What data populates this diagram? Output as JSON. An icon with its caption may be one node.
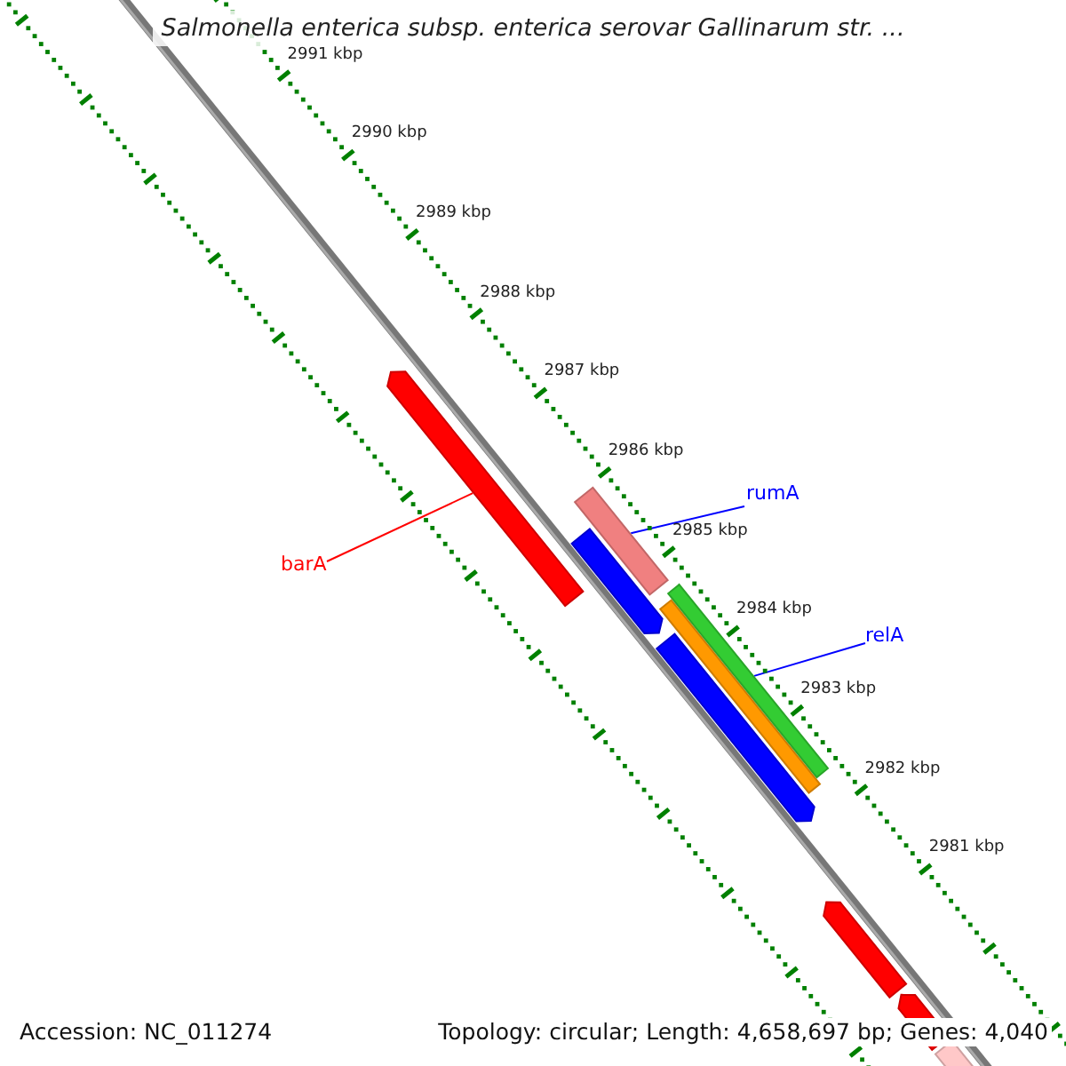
{
  "diagram": {
    "title": "Salmonella enterica subsp. enterica serovar Gallinarum str. ...",
    "nodes": [
      {
        "text": [
          "barA"
        ]
      },
      {
        "text": [],
        "shape": "bar"
      },
      {
        "text": [
          "rumA"
        ]
      },
      {
        "text": [],
        "shape": "bar"
      },
      {
        "text": [
          "relA"
        ]
      },
      {
        "text": [],
        "shape": "bar"
      }
    ],
    "edges": [
      {
        "from": 0,
        "to": 1,
        "arrow": "none",
        "color": "#ff0000"
      },
      {
        "from": 2,
        "to": 3,
        "arrow": "none"
      },
      {
        "from": 4,
        "to": 5,
        "arrow": "none"
      }
    ],
    "labels": [
      "2991 kbp",
      "2990 kbp",
      "2989 kbp",
      "2988 kbp",
      "2987 kbp",
      "2986 kbp",
      "2985 kbp",
      "2984 kbp",
      "2983 kbp",
      "2982 kbp",
      "2981 kbp",
      "Accession: NC_011274",
      "Topology: circular; Length: 4,658,697 bp; Genes: 4,040"
    ]
  }
}
